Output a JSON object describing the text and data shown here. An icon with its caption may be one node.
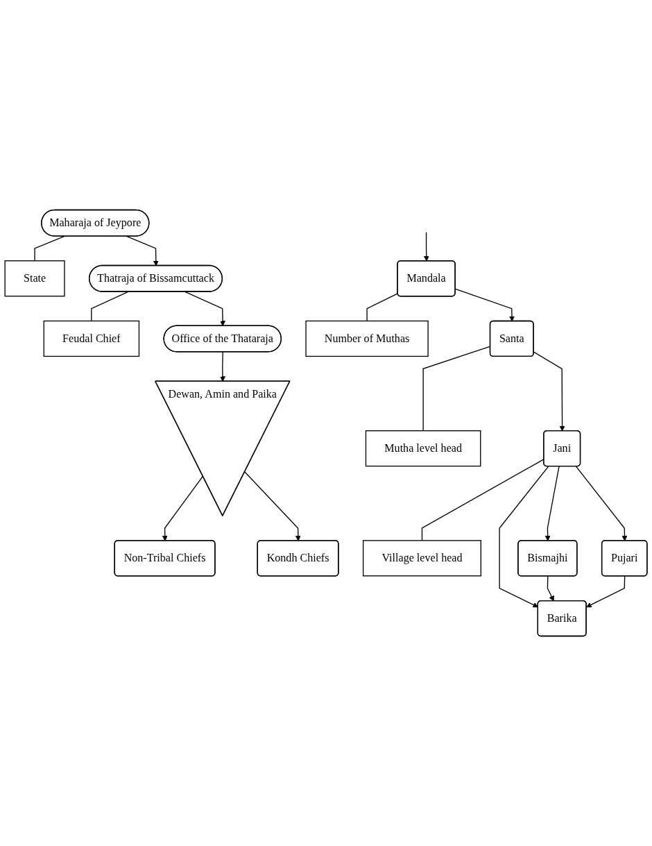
{
  "diagram": {
    "nodes": [
      {
        "text": [
          "Maharaja of Jeypore"
        ]
      },
      {
        "text": [
          "State"
        ]
      },
      {
        "text": [
          "Thatraja of Bissamcuttack"
        ]
      },
      {
        "text": [
          "Feudal Chief"
        ]
      },
      {
        "text": [
          "Office of the Thataraja"
        ]
      },
      {
        "text": [
          "Dewan, Amin and Paika"
        ]
      },
      {
        "text": [
          "Non-Tribal Chiefs"
        ]
      },
      {
        "text": [
          "Kondh Chiefs"
        ]
      },
      {
        "text": [
          "Mandala"
        ]
      },
      {
        "text": [
          "Number of Muthas"
        ]
      },
      {
        "text": [
          "Santa"
        ]
      },
      {
        "text": [
          "Mutha level head"
        ]
      },
      {
        "text": [
          "Jani"
        ]
      },
      {
        "text": [
          "Village level head"
        ]
      },
      {
        "text": [
          "Bismajhi"
        ]
      },
      {
        "text": [
          "Pujari"
        ]
      },
      {
        "text": [
          "Barika"
        ]
      }
    ],
    "edges": [
      {
        "from": 0,
        "to": 1,
        "arrow": "none"
      },
      {
        "from": 0,
        "to": 2,
        "arrow": "to"
      },
      {
        "from": 2,
        "to": 3,
        "arrow": "none"
      },
      {
        "from": 2,
        "to": 4,
        "arrow": "to"
      },
      {
        "from": 4,
        "to": 5,
        "arrow": "to"
      },
      {
        "from": 5,
        "to": 6,
        "arrow": "to"
      },
      {
        "from": 5,
        "to": 7,
        "arrow": "to"
      },
      {
        "from": null,
        "to": 8,
        "arrow": "to"
      },
      {
        "from": 8,
        "to": 9,
        "arrow": "none"
      },
      {
        "from": 8,
        "to": 10,
        "arrow": "to"
      },
      {
        "from": 10,
        "to": 11,
        "arrow": "none"
      },
      {
        "from": 10,
        "to": 12,
        "arrow": "to"
      },
      {
        "from": 12,
        "to": 13,
        "arrow": "none"
      },
      {
        "from": 12,
        "to": 14,
        "arrow": "to"
      },
      {
        "from": 12,
        "to": 16,
        "arrow": "to"
      },
      {
        "from": 12,
        "to": 15,
        "arrow": "to"
      },
      {
        "from": 14,
        "to": 16,
        "arrow": "to"
      },
      {
        "from": 15,
        "to": 16,
        "arrow": "to"
      }
    ]
  }
}
